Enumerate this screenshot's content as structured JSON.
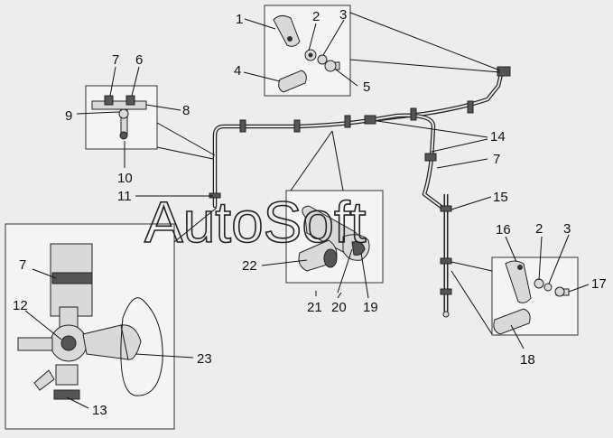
{
  "watermark": "AutoSoft",
  "labels": [
    "1",
    "2",
    "3",
    "4",
    "5",
    "6",
    "7",
    "8",
    "9",
    "10",
    "11",
    "12",
    "13",
    "14",
    "15",
    "16",
    "17",
    "18",
    "19",
    "20",
    "21",
    "22",
    "23"
  ],
  "label_7_repeats": [
    "7",
    "7"
  ],
  "label_2_repeat": "2",
  "label_3_repeat": "3"
}
